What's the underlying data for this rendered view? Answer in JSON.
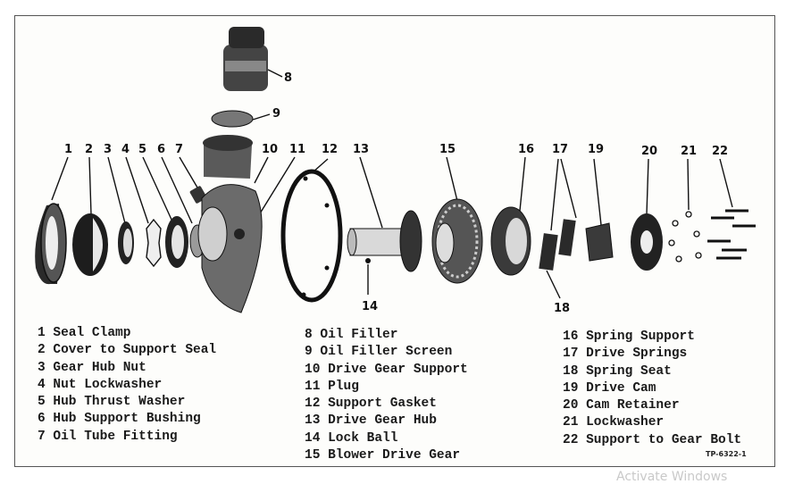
{
  "callouts": [
    "1",
    "2",
    "3",
    "4",
    "5",
    "6",
    "7",
    "8",
    "9",
    "10",
    "11",
    "12",
    "13",
    "14",
    "15",
    "16",
    "17",
    "18",
    "19",
    "20",
    "21",
    "22"
  ],
  "legend": {
    "col1": [
      "1 Seal Clamp",
      "2 Cover to Support Seal",
      "3 Gear Hub Nut",
      "4 Nut Lockwasher",
      "5 Hub Thrust Washer",
      "6 Hub Support Bushing",
      "7 Oil Tube Fitting"
    ],
    "col2": [
      "8 Oil Filler",
      "9 Oil Filler Screen",
      "10 Drive Gear Support",
      "11 Plug",
      "12 Support Gasket",
      "13 Drive Gear Hub",
      "14 Lock Ball",
      "15 Blower Drive Gear"
    ],
    "col3": [
      "16 Spring Support",
      "17 Drive Springs",
      "18 Spring Seat",
      "19 Drive Cam",
      "20 Cam Retainer",
      "21 Lockwasher",
      "22 Support to Gear Bolt"
    ]
  },
  "figure_ref": "TP-6322-1",
  "watermark": "Activate Windows"
}
